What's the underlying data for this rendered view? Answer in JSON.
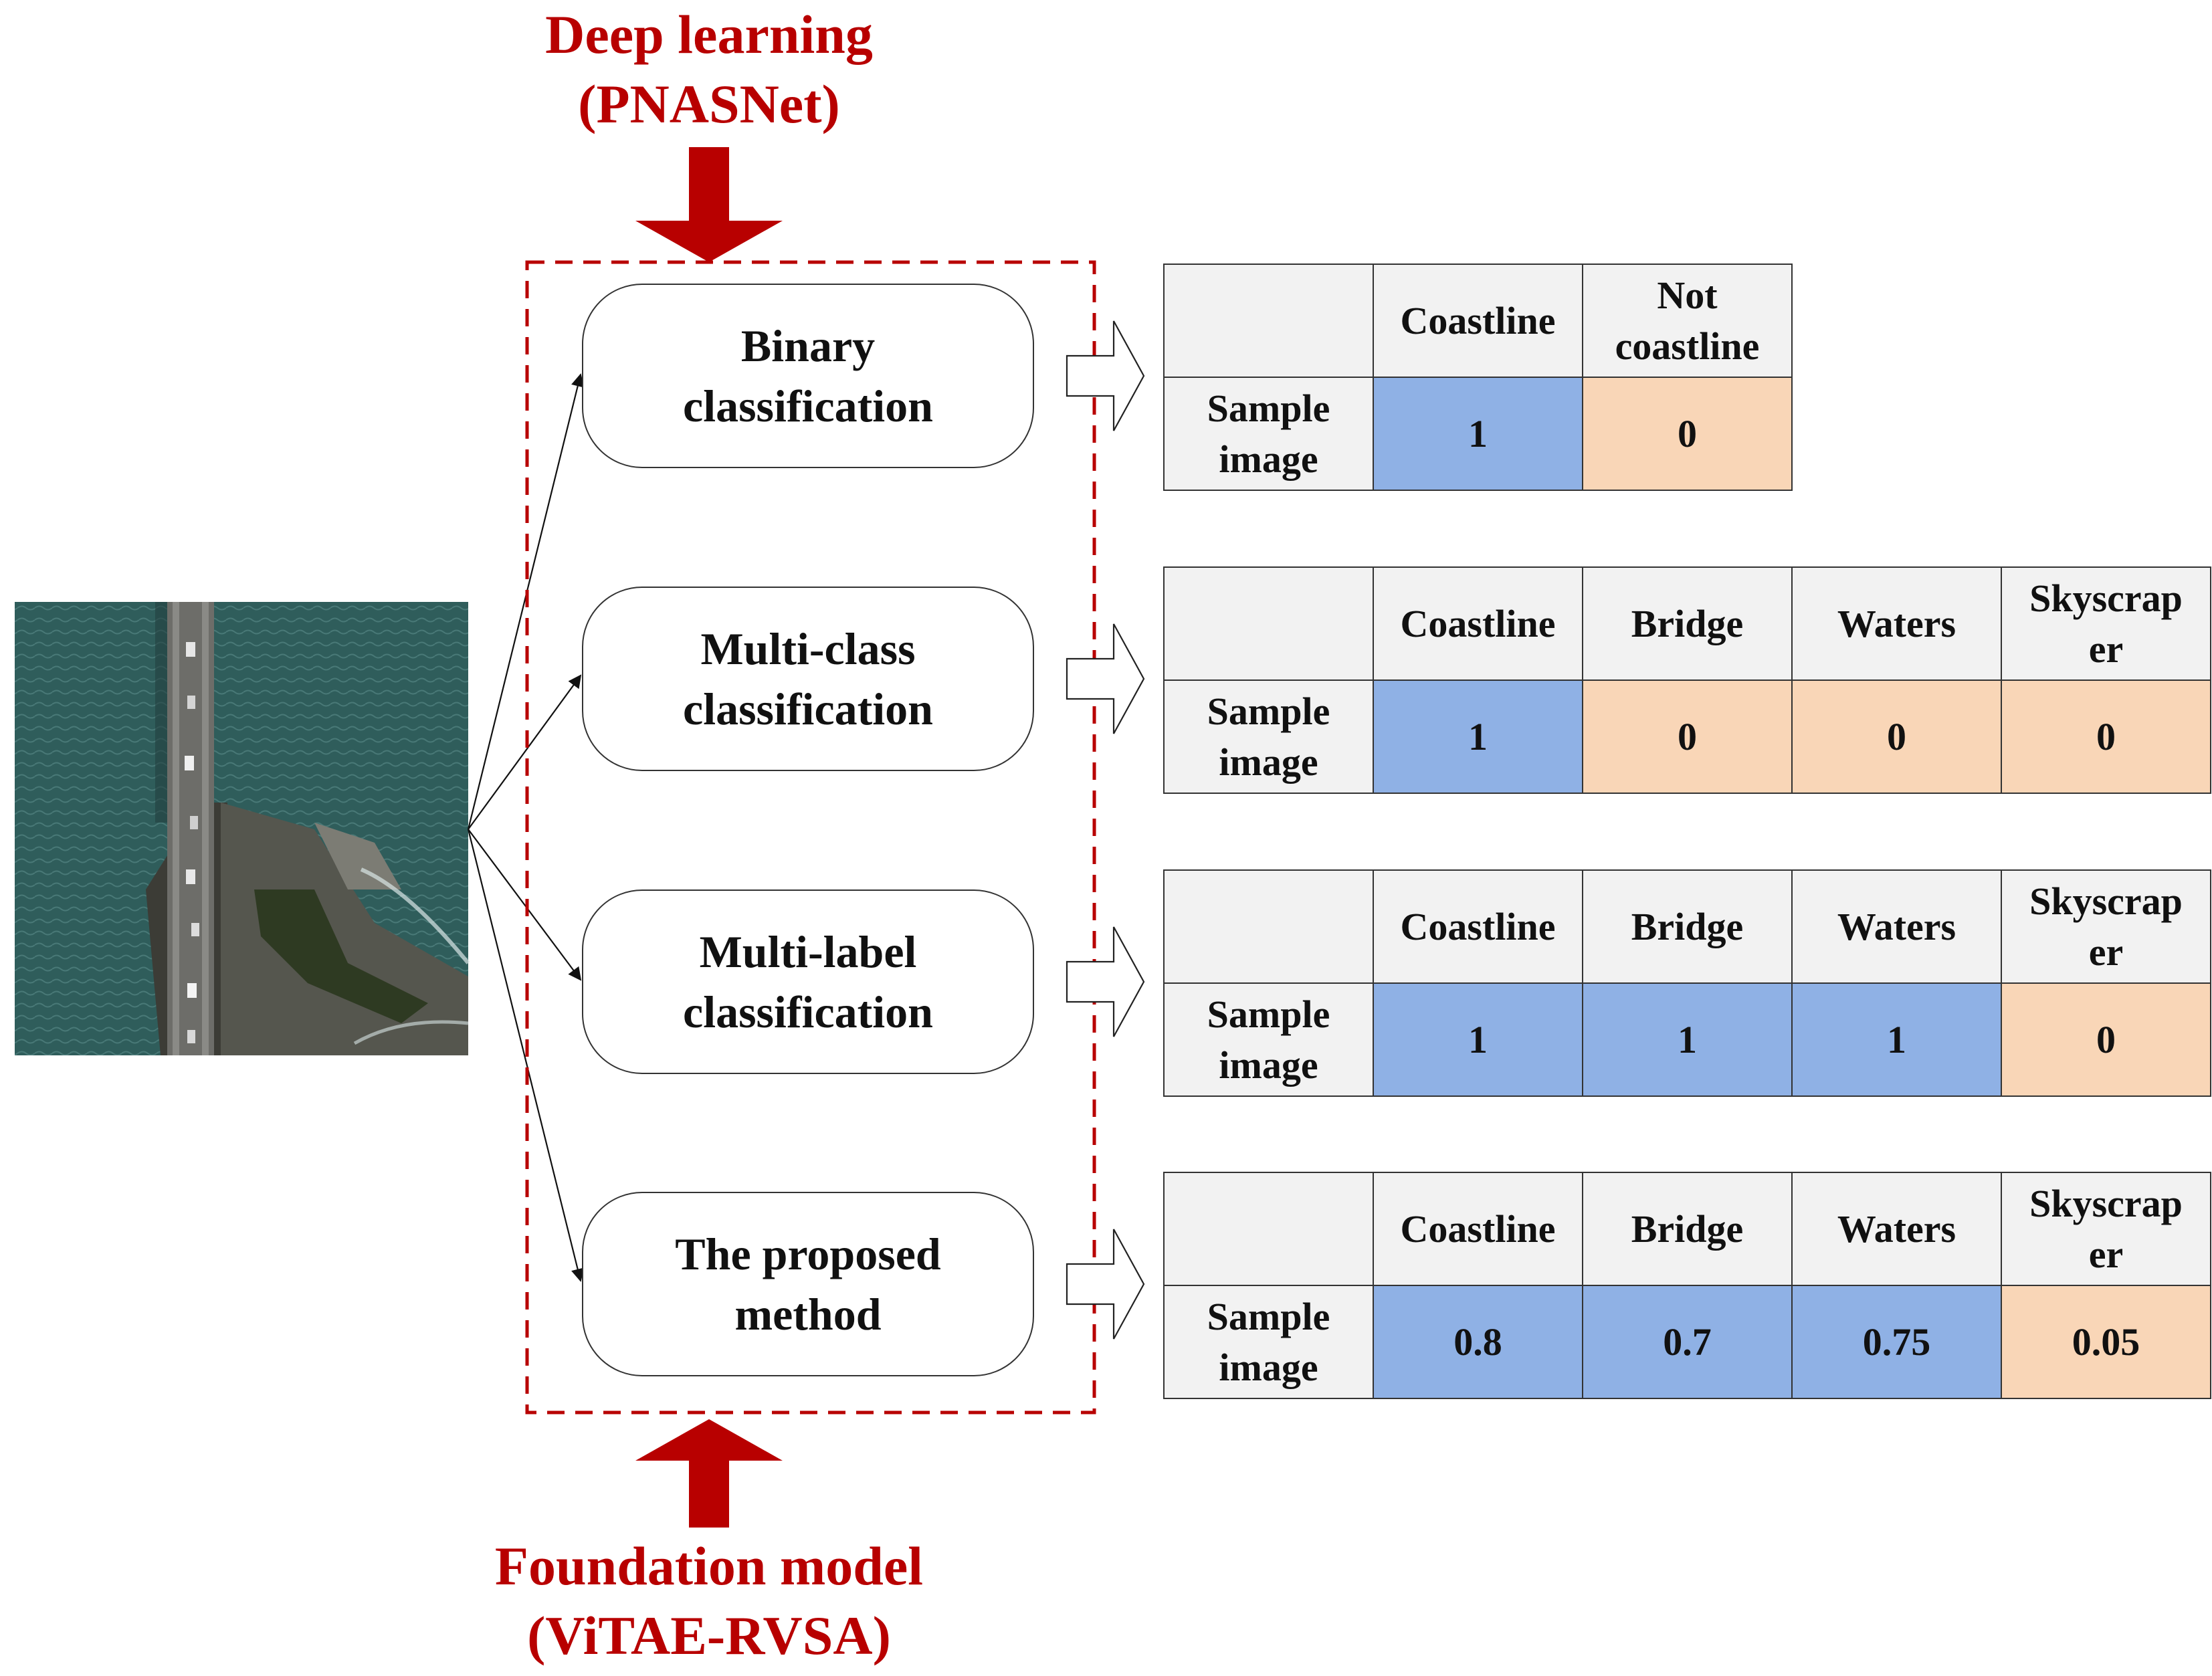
{
  "colors": {
    "accent_red": "#b80000",
    "positive_cell": "#8fb1e5",
    "negative_cell": "#f9d6b7",
    "header_cell": "#f2f2f2"
  },
  "titles": {
    "top": [
      "Deep learning",
      "(PNASNet)"
    ],
    "bottom": [
      "Foundation model",
      "(ViTAE-RVSA)"
    ]
  },
  "methods": [
    {
      "lines": [
        "Binary",
        "classification"
      ]
    },
    {
      "lines": [
        "Multi-class",
        "classification"
      ]
    },
    {
      "lines": [
        "Multi-label",
        "classification"
      ]
    },
    {
      "lines": [
        "The proposed",
        "method"
      ]
    }
  ],
  "tables": [
    {
      "columns": [
        "Coastline",
        "Not coastline"
      ],
      "row_label": "Sample image",
      "values": [
        "1",
        "0"
      ],
      "positive": [
        true,
        false
      ]
    },
    {
      "columns": [
        "Coastline",
        "Bridge",
        "Waters",
        "Skyscraper"
      ],
      "row_label": "Sample image",
      "values": [
        "1",
        "0",
        "0",
        "0"
      ],
      "positive": [
        true,
        false,
        false,
        false
      ]
    },
    {
      "columns": [
        "Coastline",
        "Bridge",
        "Waters",
        "Skyscraper"
      ],
      "row_label": "Sample image",
      "values": [
        "1",
        "1",
        "1",
        "0"
      ],
      "positive": [
        true,
        true,
        true,
        false
      ]
    },
    {
      "columns": [
        "Coastline",
        "Bridge",
        "Waters",
        "Skyscraper"
      ],
      "row_label": "Sample image",
      "values": [
        "0.8",
        "0.7",
        "0.75",
        "0.05"
      ],
      "positive": [
        true,
        true,
        true,
        false
      ]
    }
  ],
  "header_display": {
    "Not coastline": [
      "Not",
      "coastline"
    ],
    "Skyscraper": [
      "Skyscrap",
      "er"
    ],
    "Sample image": [
      "Sample",
      "image"
    ]
  }
}
